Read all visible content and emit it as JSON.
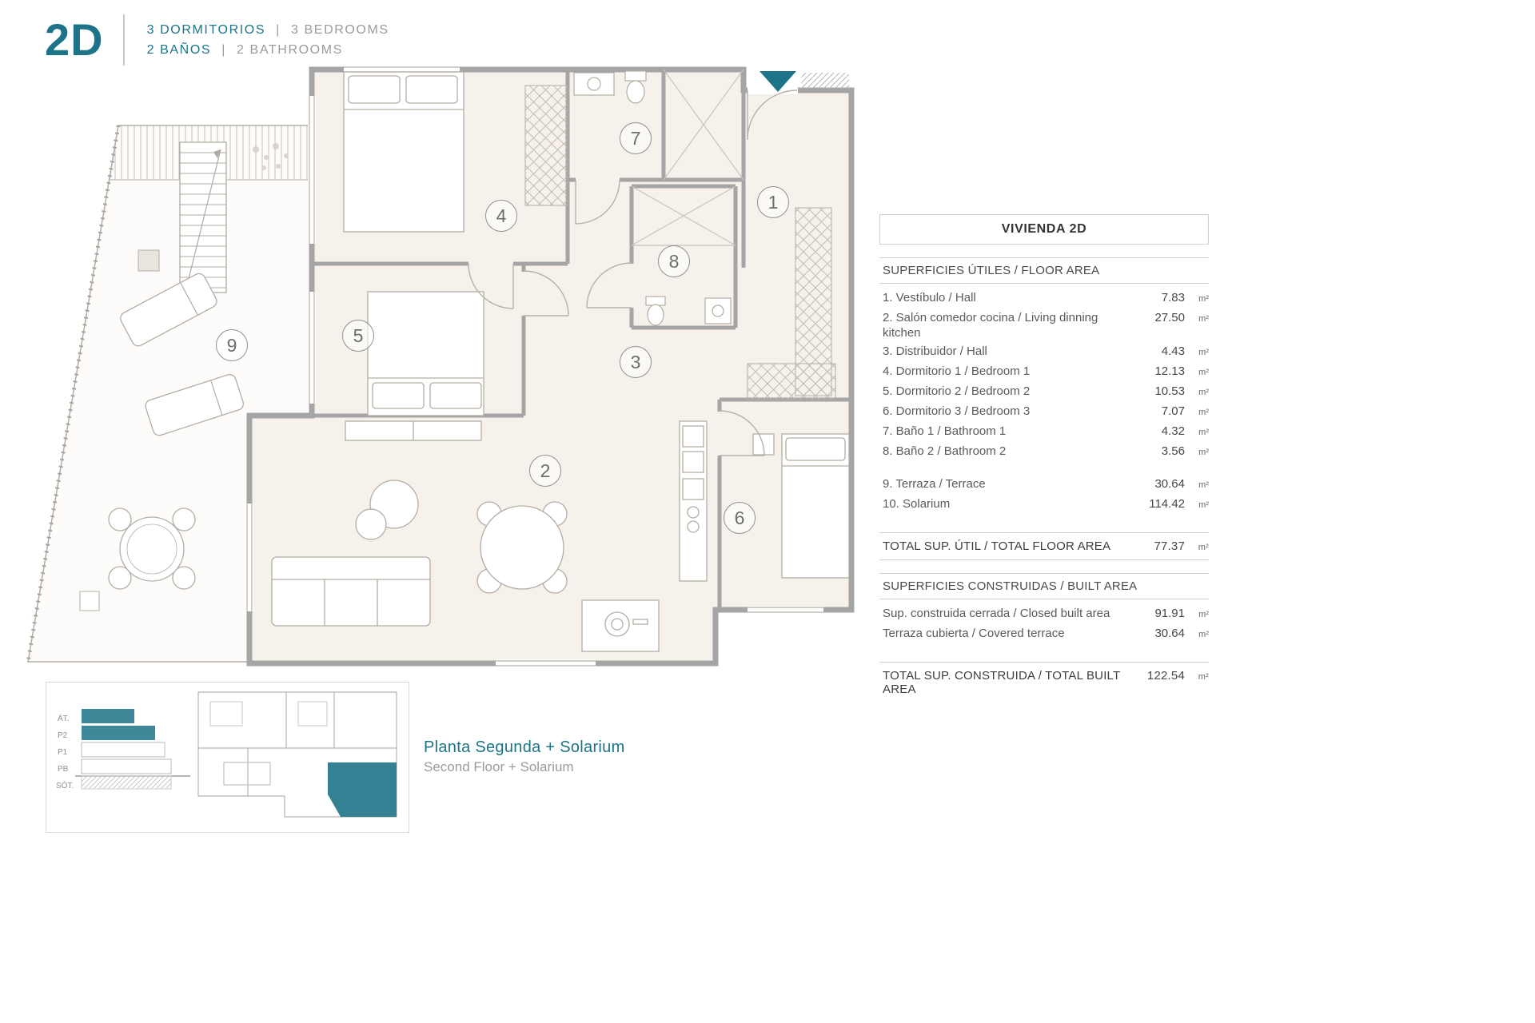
{
  "colors": {
    "accent": "#1d7387",
    "muted": "#9b9b9b"
  },
  "header": {
    "unit": "2D",
    "line1": {
      "primary": "3 DORMITORIOS",
      "separator": "|",
      "secondary": "3 BEDROOMS"
    },
    "line2": {
      "primary": "2 BAÑOS",
      "separator": "|",
      "secondary": "2 BATHROOMS"
    }
  },
  "plan": {
    "room_numbers": [
      "1",
      "2",
      "3",
      "4",
      "5",
      "6",
      "7",
      "8",
      "9"
    ]
  },
  "areas_table": {
    "title": "VIVIENDA 2D",
    "floor": {
      "heading": "SUPERFICIES ÚTILES / FLOOR AREA",
      "rows": [
        {
          "label": "1. Vestíbulo / Hall",
          "value": "7.83",
          "unit": "m²"
        },
        {
          "label": "2. Salón comedor cocina / Living dinning kitchen",
          "value": "27.50",
          "unit": "m²"
        },
        {
          "label": "3. Distribuidor / Hall",
          "value": "4.43",
          "unit": "m²"
        },
        {
          "label": "4. Dormitorio 1 / Bedroom 1",
          "value": "12.13",
          "unit": "m²"
        },
        {
          "label": "5. Dormitorio 2 / Bedroom 2",
          "value": "10.53",
          "unit": "m²"
        },
        {
          "label": "6. Dormitorio 3 / Bedroom 3",
          "value": "7.07",
          "unit": "m²"
        },
        {
          "label": "7. Baño 1 / Bathroom 1",
          "value": "4.32",
          "unit": "m²"
        },
        {
          "label": "8. Baño 2 / Bathroom 2",
          "value": "3.56",
          "unit": "m²"
        }
      ],
      "extra": [
        {
          "label": "9. Terraza / Terrace",
          "value": "30.64",
          "unit": "m²"
        },
        {
          "label": "10. Solarium",
          "value": "114.42",
          "unit": "m²"
        }
      ],
      "total": {
        "label": "TOTAL SUP. ÚTIL / TOTAL FLOOR AREA",
        "value": "77.37",
        "unit": "m²"
      }
    },
    "built": {
      "heading": "SUPERFICIES CONSTRUIDAS / BUILT AREA",
      "rows": [
        {
          "label": "Sup. construida cerrada / Closed built area",
          "value": "91.91",
          "unit": "m²"
        },
        {
          "label": "Terraza cubierta / Covered terrace",
          "value": "30.64",
          "unit": "m²"
        }
      ],
      "total": {
        "label": "TOTAL SUP. CONSTRUIDA /  TOTAL BUILT AREA",
        "value": "122.54",
        "unit": "m²"
      }
    }
  },
  "mini": {
    "floor_labels": [
      "ÁT.",
      "P2",
      "P1",
      "PB",
      "SÓT."
    ]
  },
  "caption": {
    "primary": "Planta Segunda + Solarium",
    "secondary": "Second Floor + Solarium"
  }
}
